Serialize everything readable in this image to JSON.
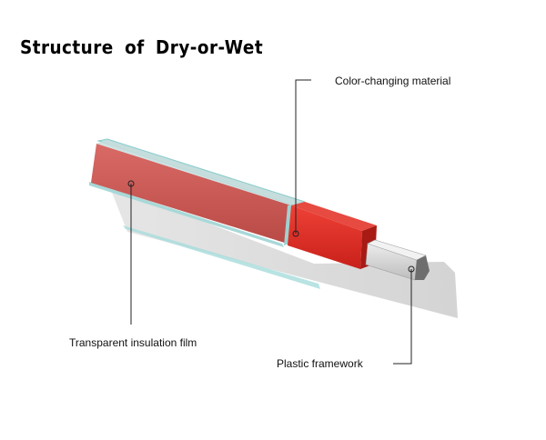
{
  "title": "Structure  of  Dry-or-Wet",
  "labels": {
    "color_changing_material": "Color-changing material",
    "transparent_insulation_film": "Transparent insulation film",
    "plastic_framework": "Plastic framework"
  },
  "colors": {
    "red_body": "#c84a4a",
    "red_bright": "#e8302a",
    "film_cyan": "#9fd6d6",
    "frame_grey": "#c8c8c8",
    "shadow_grey": "#d9d9d9",
    "leader_line": "#222222"
  }
}
